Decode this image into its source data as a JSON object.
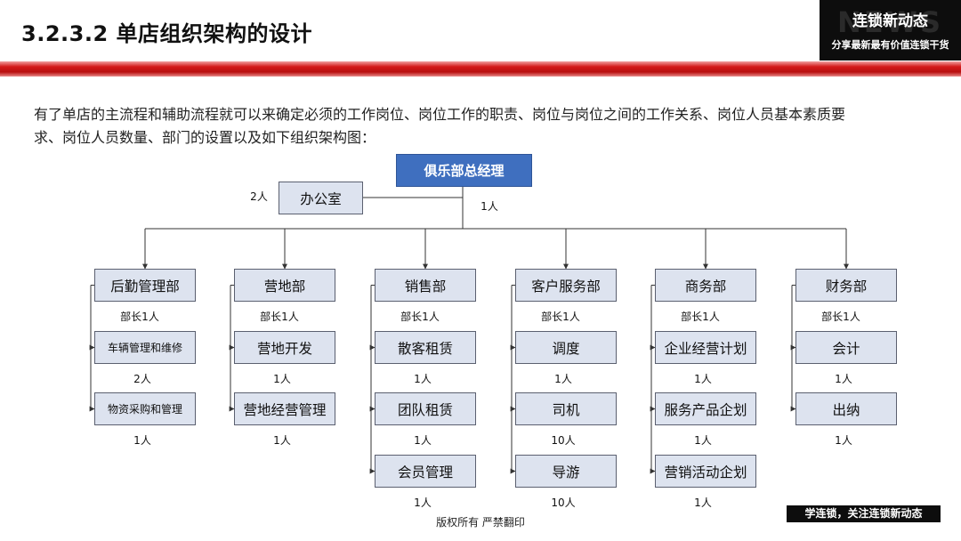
{
  "header": {
    "title": "3.2.3.2 单店组织架构的设计",
    "brand_title": "连锁新动态",
    "brand_subtitle": "分享最新最有价值连锁干货",
    "brand_watermark": "NEWS"
  },
  "intro": "有了单店的主流程和辅助流程就可以来确定必须的工作岗位、岗位工作的职责、岗位与岗位之间的工作关系、岗位人员基本素质要求、岗位人员数量、部门的设置以及如下组织架构图：",
  "org": {
    "root": {
      "label": "俱乐部总经理",
      "count": "1人"
    },
    "office": {
      "label": "办公室",
      "count": "2人"
    },
    "departments": [
      {
        "label": "后勤管理部",
        "head": "部长1人",
        "children": [
          {
            "label": "车辆管理和维修",
            "count": "2人"
          },
          {
            "label": "物资采购和管理",
            "count": "1人"
          }
        ]
      },
      {
        "label": "营地部",
        "head": "部长1人",
        "children": [
          {
            "label": "营地开发",
            "count": "1人"
          },
          {
            "label": "营地经营管理",
            "count": "1人"
          }
        ]
      },
      {
        "label": "销售部",
        "head": "部长1人",
        "children": [
          {
            "label": "散客租赁",
            "count": "1人"
          },
          {
            "label": "团队租赁",
            "count": "1人"
          },
          {
            "label": "会员管理",
            "count": "1人"
          }
        ]
      },
      {
        "label": "客户服务部",
        "head": "部长1人",
        "children": [
          {
            "label": "调度",
            "count": "1人"
          },
          {
            "label": "司机",
            "count": "10人"
          },
          {
            "label": "导游",
            "count": "10人"
          }
        ]
      },
      {
        "label": "商务部",
        "head": "部长1人",
        "children": [
          {
            "label": "企业经营计划",
            "count": "1人"
          },
          {
            "label": "服务产品企划",
            "count": "1人"
          },
          {
            "label": "营销活动企划",
            "count": "1人"
          }
        ]
      },
      {
        "label": "财务部",
        "head": "部长1人",
        "children": [
          {
            "label": "会计",
            "count": "1人"
          },
          {
            "label": "出纳",
            "count": "1人"
          }
        ]
      }
    ]
  },
  "footer": {
    "copyright": "版权所有  严禁翻印",
    "badge": "学连锁，关注连锁新动态"
  }
}
